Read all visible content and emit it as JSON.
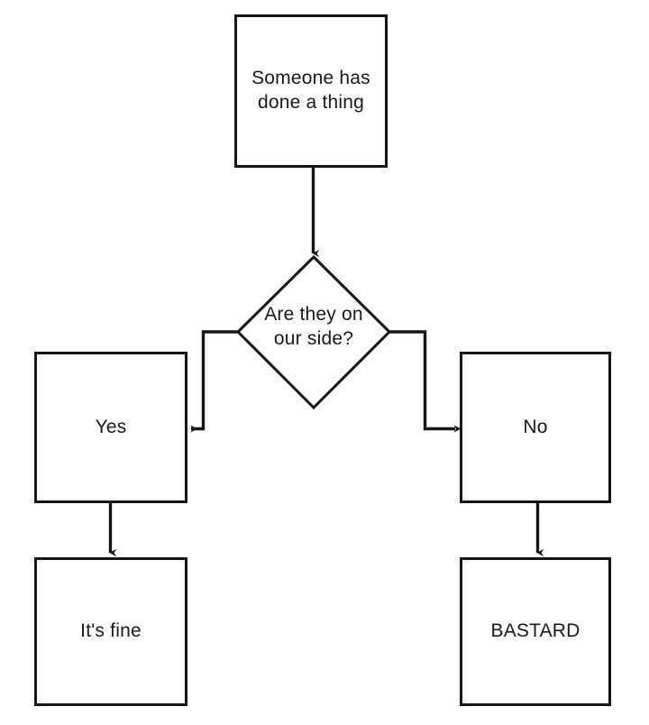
{
  "diagram": {
    "title": "Someone has done a thing flowchart",
    "type": "flowchart",
    "background_color": "#ffffff",
    "line_color": "#161616",
    "text_color": "#1a1a1a",
    "nodes": {
      "start": {
        "shape": "rectangle",
        "label": "Someone has\ndone a thing"
      },
      "decision": {
        "shape": "diamond",
        "label": "Are they on\nour side?"
      },
      "yes": {
        "shape": "rectangle",
        "label": "Yes"
      },
      "no": {
        "shape": "rectangle",
        "label": "No"
      },
      "its_fine": {
        "shape": "rectangle",
        "label": "It's fine"
      },
      "bastard": {
        "shape": "rectangle",
        "label": "BASTARD"
      }
    },
    "edges": [
      {
        "from": "start",
        "to": "decision",
        "label": ""
      },
      {
        "from": "decision",
        "to": "yes",
        "label": ""
      },
      {
        "from": "decision",
        "to": "no",
        "label": ""
      },
      {
        "from": "yes",
        "to": "its_fine",
        "label": ""
      },
      {
        "from": "no",
        "to": "bastard",
        "label": ""
      }
    ]
  }
}
